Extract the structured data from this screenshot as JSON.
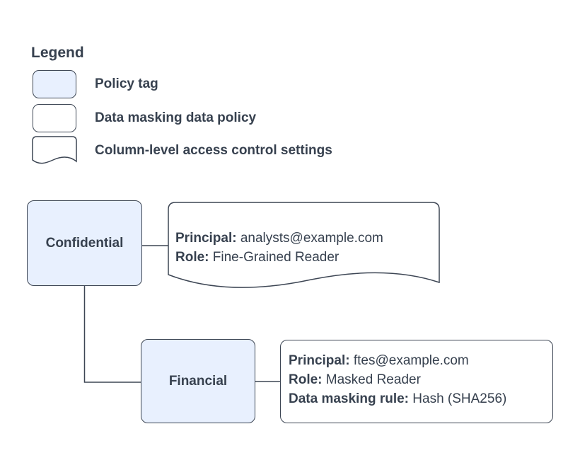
{
  "legend": {
    "title": "Legend",
    "items": [
      {
        "shape": "policy-tag",
        "label": "Policy tag"
      },
      {
        "shape": "data-masking-data-policy",
        "label": "Data masking data policy"
      },
      {
        "shape": "column-level-access-control-settings",
        "label": "Column-level access control settings"
      }
    ]
  },
  "diagram": {
    "policy_tags": [
      {
        "label": "Confidential"
      },
      {
        "label": "Financial"
      }
    ],
    "access_control_settings": {
      "principal_label": "Principal:",
      "principal": "analysts@example.com",
      "role_label": "Role:",
      "role": "Fine-Grained Reader"
    },
    "data_masking_policy": {
      "principal_label": "Principal:",
      "principal": "ftes@example.com",
      "role_label": "Role:",
      "role": "Masked Reader",
      "masking_rule_label": "Data masking rule:",
      "masking_rule": "Hash (SHA256)"
    }
  },
  "colors": {
    "policy_tag_fill": "#e8f0fe",
    "shape_border": "#3d4654",
    "text": "#37414f",
    "background": "#ffffff"
  }
}
